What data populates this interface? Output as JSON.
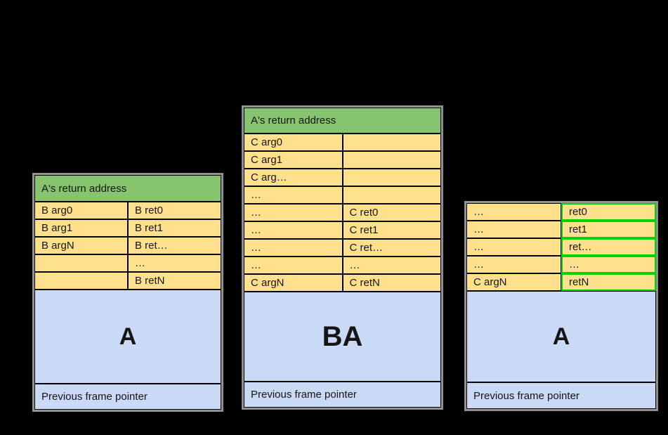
{
  "colors": {
    "background": "#000000",
    "header_green": "#86c46e",
    "cell_yellow": "#ffe08c",
    "frame_blue": "#c9d9f6",
    "highlight_green": "#00d400",
    "table_border_gray": "#909090",
    "cell_border": "#000000",
    "text": "#151515"
  },
  "stacks": [
    {
      "header": "A's return address",
      "rows": [
        [
          "B arg0",
          "B ret0"
        ],
        [
          "B arg1",
          "B ret1"
        ],
        [
          "B argN",
          "B ret…"
        ],
        [
          "",
          "…"
        ],
        [
          "",
          "B retN"
        ]
      ],
      "frame_label": "A",
      "footer": "Previous frame pointer"
    },
    {
      "header": "A's return address",
      "rows": [
        [
          "C arg0",
          ""
        ],
        [
          "C arg1",
          ""
        ],
        [
          "C arg…",
          ""
        ],
        [
          "…",
          ""
        ],
        [
          "…",
          "C ret0"
        ],
        [
          "…",
          "C ret1"
        ],
        [
          "…",
          "C ret…"
        ],
        [
          "…",
          "…"
        ],
        [
          "C argN",
          "C retN"
        ]
      ],
      "frame_label": "BA",
      "footer": "Previous frame pointer"
    },
    {
      "header": null,
      "rows": [
        [
          "…",
          "ret0"
        ],
        [
          "…",
          "ret1"
        ],
        [
          "…",
          "ret…"
        ],
        [
          "…",
          "…"
        ],
        [
          "C argN",
          "retN"
        ]
      ],
      "frame_label": "A",
      "footer": "Previous frame pointer"
    }
  ]
}
